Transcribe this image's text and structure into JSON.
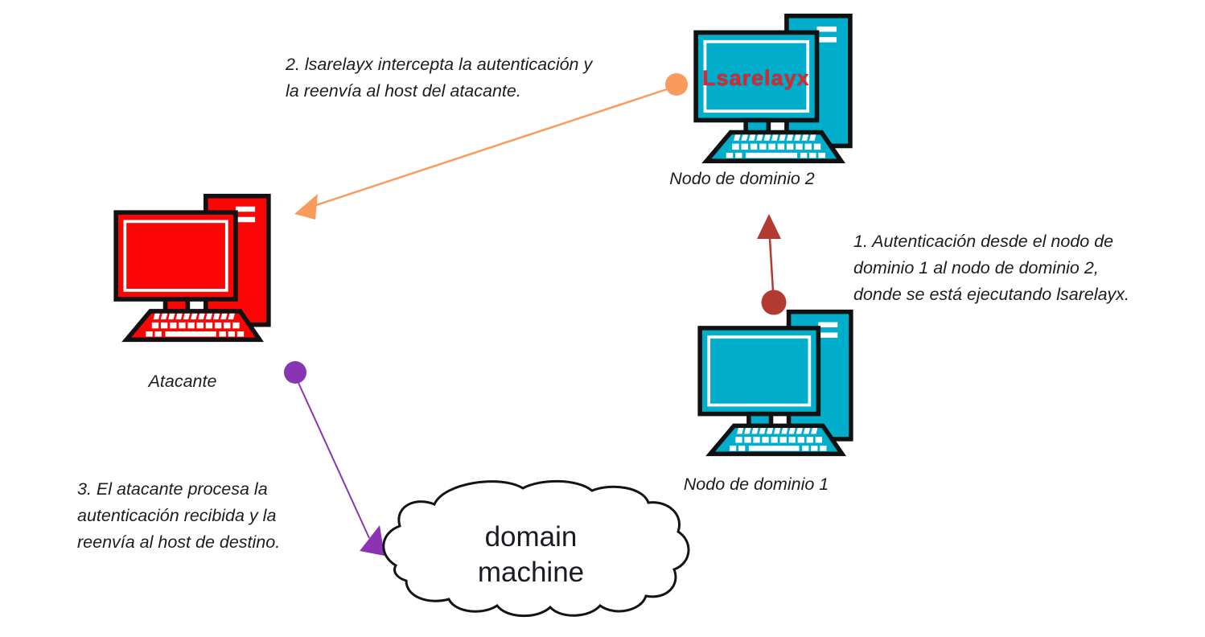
{
  "colors": {
    "node_cyan": "#00adcb",
    "attacker_red": "#fb0505",
    "arrow_orange": "#f89b5d",
    "arrow_dark_red": "#b23a31",
    "arrow_purple": "#8b34b3",
    "screen_text_red": "#e3242b",
    "outline_black": "#111111"
  },
  "node2": {
    "label": "Nodo de dominio 2",
    "screen_text": "Lsarelayx"
  },
  "node1": {
    "label": "Nodo de dominio 1"
  },
  "attacker": {
    "label": "Atacante"
  },
  "cloud": {
    "line1": "domain",
    "line2": "machine"
  },
  "step1": {
    "line1": "1. Autenticación desde el nodo de",
    "line2": "dominio 1 al nodo de dominio 2,",
    "line3": "donde se está ejecutando lsarelayx."
  },
  "step2": {
    "line1": "2. lsarelayx intercepta la autenticación y",
    "line2": "la reenvía al host del atacante."
  },
  "step3": {
    "line1": "3. El atacante procesa la",
    "line2": "autenticación recibida y la",
    "line3": "reenvía al host de destino."
  }
}
